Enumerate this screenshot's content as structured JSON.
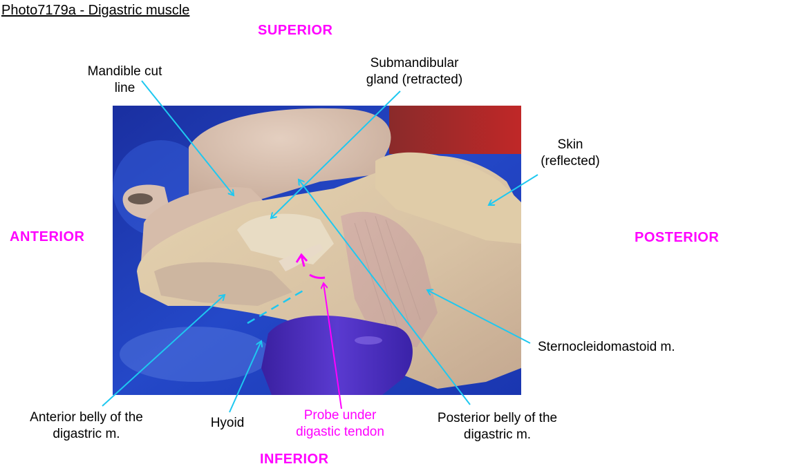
{
  "title": "Photo7179a - Digastric muscle",
  "orientation": {
    "superior": "SUPERIOR",
    "inferior": "INFERIOR",
    "anterior": "ANTERIOR",
    "posterior": "POSTERIOR"
  },
  "labels": {
    "mandible_cut_line": [
      "Mandible cut",
      "line"
    ],
    "submandibular_gland": [
      "Submandibular",
      "gland (retracted)"
    ],
    "skin": [
      "Skin",
      "(reflected)"
    ],
    "sternocleidomastoid": [
      "Sternocleidomastoid m."
    ],
    "anterior_belly": [
      "Anterior belly of the",
      "digastric m."
    ],
    "hyoid": [
      "Hyoid"
    ],
    "probe": [
      "Probe under",
      "digastic tendon"
    ],
    "posterior_belly": [
      "Posterior belly of the",
      "digastric m."
    ]
  },
  "colors": {
    "pointer_line": "#1ec8f0",
    "highlight": "#ff00ff",
    "label_text": "#000000"
  }
}
